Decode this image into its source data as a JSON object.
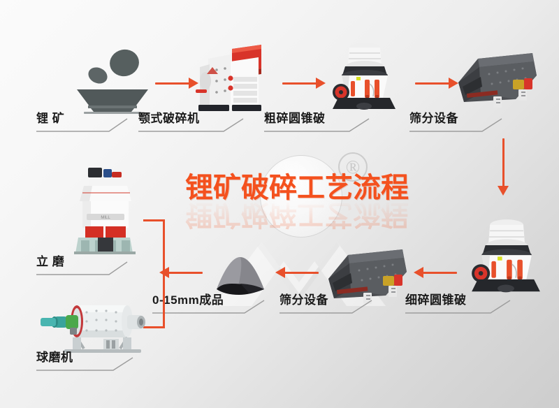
{
  "diagram": {
    "title": "锂矿破碎工艺流程",
    "accent_color": "#E8502B",
    "label_text_color": "#1b1b1b",
    "background_from": "#fbfbfb",
    "background_to": "#cdcdcd",
    "watermark": {
      "registered_mark": "®"
    }
  },
  "nodes": {
    "ore": {
      "label": "锂 矿",
      "icon": "ore-pile-icon"
    },
    "jaw_crusher": {
      "label": "颚式破碎机",
      "icon": "jaw-crusher-icon"
    },
    "coarse_cone": {
      "label": "粗碎圆锥破",
      "icon": "cone-crusher-icon"
    },
    "screen_top": {
      "label": "筛分设备",
      "icon": "vibrating-screen-icon"
    },
    "fine_cone": {
      "label": "细碎圆锥破",
      "icon": "cone-crusher-icon"
    },
    "screen_bottom": {
      "label": "筛分设备",
      "icon": "vibrating-screen-icon"
    },
    "product": {
      "label": "0-15mm成品",
      "icon": "material-pile-icon"
    },
    "vertical_mill": {
      "label": "立 磨",
      "icon": "vertical-mill-icon"
    },
    "ball_mill": {
      "label": "球磨机",
      "icon": "ball-mill-icon"
    }
  },
  "flow": {
    "arrows": [
      {
        "name": "ore-to-jaw",
        "direction": "right"
      },
      {
        "name": "jaw-to-coarse-cone",
        "direction": "right"
      },
      {
        "name": "coarse-cone-to-screen",
        "direction": "right"
      },
      {
        "name": "screen-to-fine-cone",
        "direction": "down"
      },
      {
        "name": "fine-cone-to-screen2",
        "direction": "left"
      },
      {
        "name": "screen2-to-product",
        "direction": "left"
      },
      {
        "name": "product-to-mills",
        "direction": "left"
      }
    ]
  }
}
